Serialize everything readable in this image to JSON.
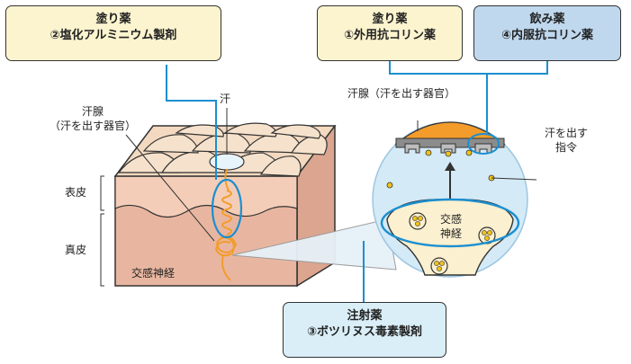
{
  "boxes": {
    "topical_al": {
      "line1": "塗り薬",
      "line2": "②塩化アルミニウム製剤",
      "color": "#fbf4cf"
    },
    "topical_anticholinergic": {
      "line1": "塗り薬",
      "line2": "①外用抗コリン薬",
      "color": "#fbf4cf"
    },
    "oral": {
      "line1": "飲み薬",
      "line2": "④内服抗コリン薬",
      "color": "#bfd8ee"
    },
    "injection": {
      "line1": "注射薬",
      "line2": "③ボツリヌス毒素製剤",
      "color": "#d9eef7"
    }
  },
  "labels": {
    "sweat_gland_left_1": "汗腺",
    "sweat_gland_left_2": "（汗を出す器官）",
    "sweat": "汗",
    "epidermis": "表皮",
    "dermis": "真皮",
    "sympathetic_nerve_left": "交感神経",
    "sweat_gland_right": "汗腺（汗を出す器官）",
    "sweat_signal_1": "汗を出す",
    "sweat_signal_2": "指令",
    "sympathetic_nerve_right_1": "交感",
    "sympathetic_nerve_right_2": "神経"
  },
  "colors": {
    "accent_blue": "#1b8fd0",
    "skin_top": "#f3d9c0",
    "epidermis": "#f4c9b2",
    "dermis": "#e8b6a0",
    "gland_orange": "#f39c2b",
    "zoom_circle": "#d4eaf6",
    "nerve_fill": "#fbf0cf",
    "dot_yellow": "#f2c21c"
  }
}
